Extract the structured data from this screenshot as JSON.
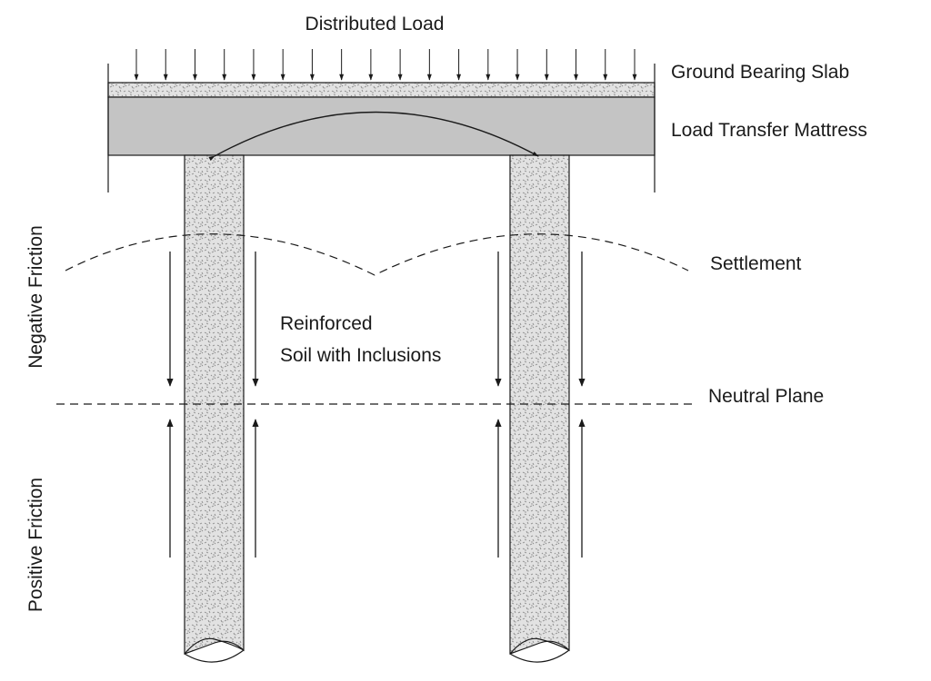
{
  "labels": {
    "distributed_load": "Distributed Load",
    "ground_bearing_slab": "Ground Bearing Slab",
    "load_transfer_mattress": "Load Transfer Mattress",
    "settlement": "Settlement",
    "reinforced_line1": "Reinforced",
    "reinforced_line2": "Soil with Inclusions",
    "neutral_plane": "Neutral Plane",
    "negative_friction": "Negative Friction",
    "positive_friction": "Positive Friction"
  },
  "colors": {
    "line": "#1a1a1a",
    "mattress_fill": "#c4c4c4",
    "concrete_fill": "#e2e2e2",
    "concrete_speckle": "#8a8a8a",
    "background": "#ffffff"
  },
  "load_arrow_count": 18
}
